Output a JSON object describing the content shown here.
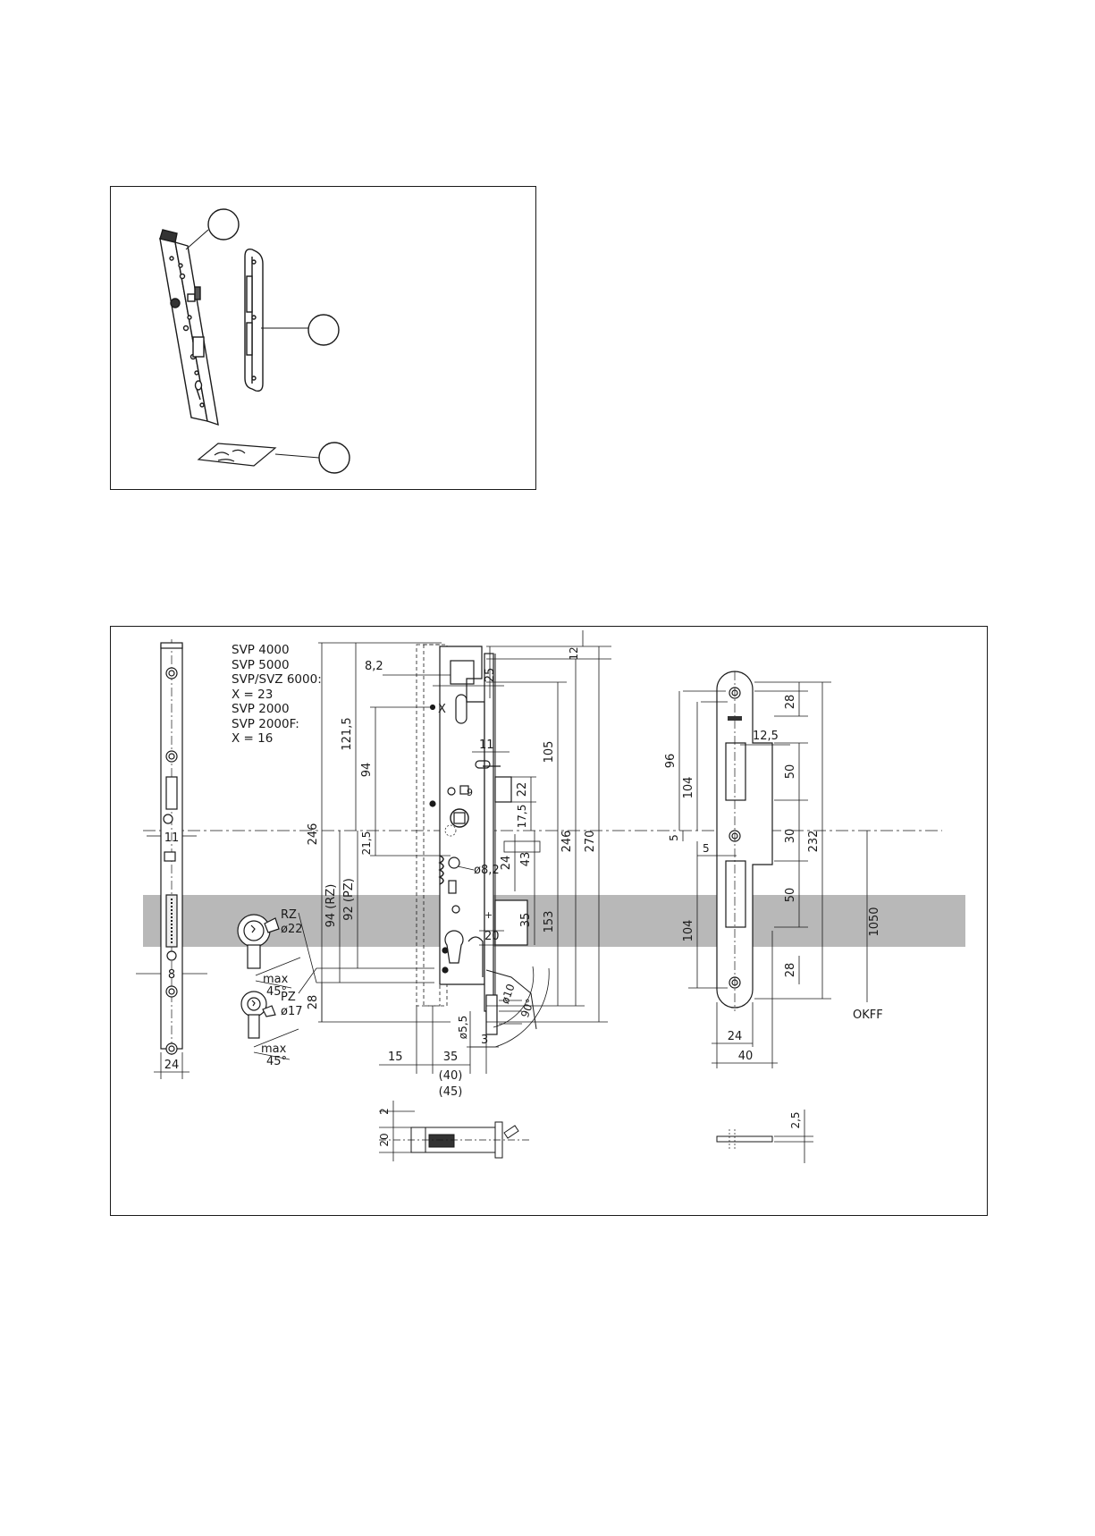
{
  "models": [
    "SVP 4000",
    "SVP 5000",
    "SVP/SVZ 6000:",
    "X = 23",
    "SVP 2000",
    "SVP 2000F:",
    "X = 16"
  ],
  "callouts": [
    "",
    "",
    ""
  ],
  "labels": {
    "x": "X",
    "rz": "RZ",
    "pz": "PZ",
    "rz_dia": "ø22",
    "pz_dia": "ø17",
    "max": "max",
    "angle": "45°",
    "angle2": "45°",
    "okff": "OKFF",
    "sq9": "9",
    "dia82": "ø8,2",
    "dia10": "ø10",
    "dia55": "ø5,5",
    "deg90": "90°",
    "plus_sign": "+"
  },
  "dims": {
    "d11_left": "11",
    "d8_left": "8",
    "d24_left": "24",
    "d246_a": "246",
    "d121_5": "121,5",
    "d94": "94",
    "d21_5": "21,5",
    "d94rz": "94 (RZ)",
    "d92pz": "92 (PZ)",
    "d28_a": "28",
    "d8_2": "8,2",
    "d25": "25",
    "d12": "12",
    "d11_mid": "11",
    "d105": "105",
    "d22": "22",
    "d17_5": "17,5",
    "d24_mid": "24",
    "d43": "43",
    "d246_b": "246",
    "d270": "270",
    "d35": "35",
    "d153": "153",
    "d20": "20",
    "d15": "15",
    "d35b": "35",
    "d40p": "(40)",
    "d45p": "(45)",
    "d3": "3",
    "d2": "2",
    "d20b": "20",
    "d2_5": "2,5",
    "d96": "96",
    "d104_a": "104",
    "d12_5": "12,5",
    "d50_a": "50",
    "d5_a": "5",
    "d5_b": "5",
    "d30": "30",
    "d232": "232",
    "d104_b": "104",
    "d50_b": "50",
    "d28_b": "28",
    "d1050": "1050",
    "d24_r": "24",
    "d40_r": "40"
  }
}
